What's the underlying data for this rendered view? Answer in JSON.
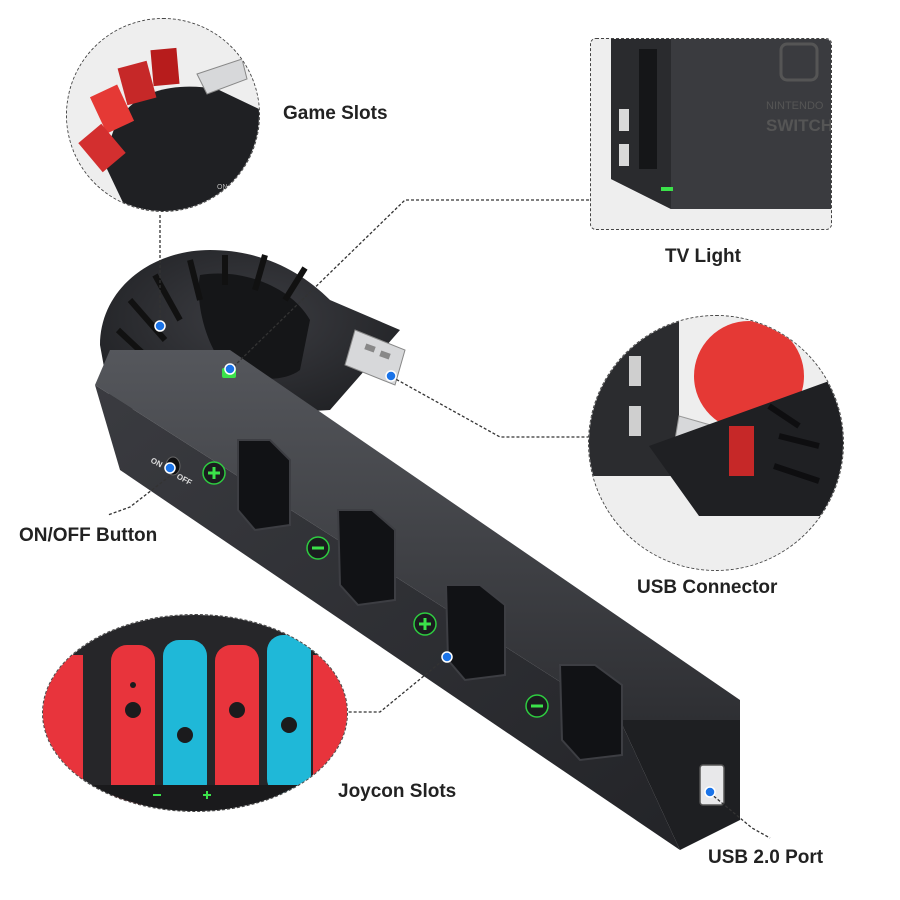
{
  "callouts": {
    "game_slots": "Game Slots",
    "tv_light": "TV Light",
    "usb_connector": "USB Connector",
    "on_off_button": "ON/OFF Button",
    "joycon_slots": "Joycon Slots",
    "usb_port": "USB 2.0 Port"
  },
  "device_markings": {
    "switch_on": "ON",
    "switch_off": "OFF",
    "console_brand_top": "NINTENDO",
    "console_brand_bottom": "SWITCH",
    "tiny_on": "ON"
  },
  "colors": {
    "device_body": "#2b2c30",
    "device_dark": "#1c1d20",
    "led_green": "#3be24a",
    "joycon_red": "#e8343c",
    "joycon_blue": "#1fb8d8",
    "marker_blue": "#1a73e8",
    "leader_line": "#333333"
  },
  "icons": {
    "plus": "plus-icon",
    "minus": "minus-icon",
    "marker": "blue-dot-marker"
  }
}
